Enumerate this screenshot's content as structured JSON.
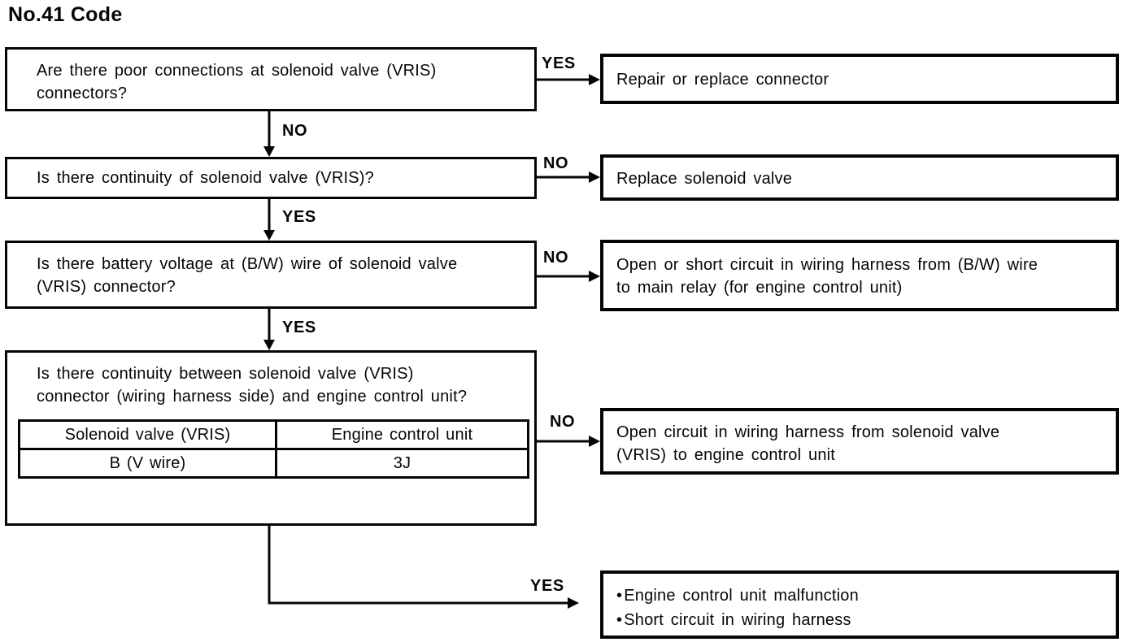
{
  "title": "No.41 Code",
  "labels": {
    "yes": "YES",
    "no": "NO",
    "bullet": "•"
  },
  "questions": {
    "q1": {
      "lines": [
        "Are there poor connections at solenoid valve (VRIS)",
        "connectors?"
      ]
    },
    "q2": {
      "lines": [
        "Is there continuity of solenoid valve (VRIS)?"
      ]
    },
    "q3": {
      "lines": [
        "Is there battery voltage at (B/W) wire of solenoid valve",
        "(VRIS) connector?"
      ]
    },
    "q4": {
      "lines": [
        "Is there continuity between solenoid valve (VRIS)",
        "connector (wiring harness side) and engine control unit?"
      ]
    }
  },
  "table": {
    "headers": [
      "Solenoid valve (VRIS)",
      "Engine control unit"
    ],
    "rows": [
      [
        "B (V wire)",
        "3J"
      ]
    ]
  },
  "results": {
    "r1": {
      "lines": [
        "Repair or replace connector"
      ]
    },
    "r2": {
      "lines": [
        "Replace solenoid valve"
      ]
    },
    "r3": {
      "lines": [
        "Open or short circuit in wiring harness from (B/W) wire",
        "to main relay (for engine control unit)"
      ]
    },
    "r4": {
      "lines": [
        "Open circuit in wiring harness from solenoid valve",
        "(VRIS) to engine control unit"
      ]
    },
    "r5": {
      "items": [
        "Engine control unit malfunction",
        "Short circuit in wiring harness"
      ]
    }
  }
}
